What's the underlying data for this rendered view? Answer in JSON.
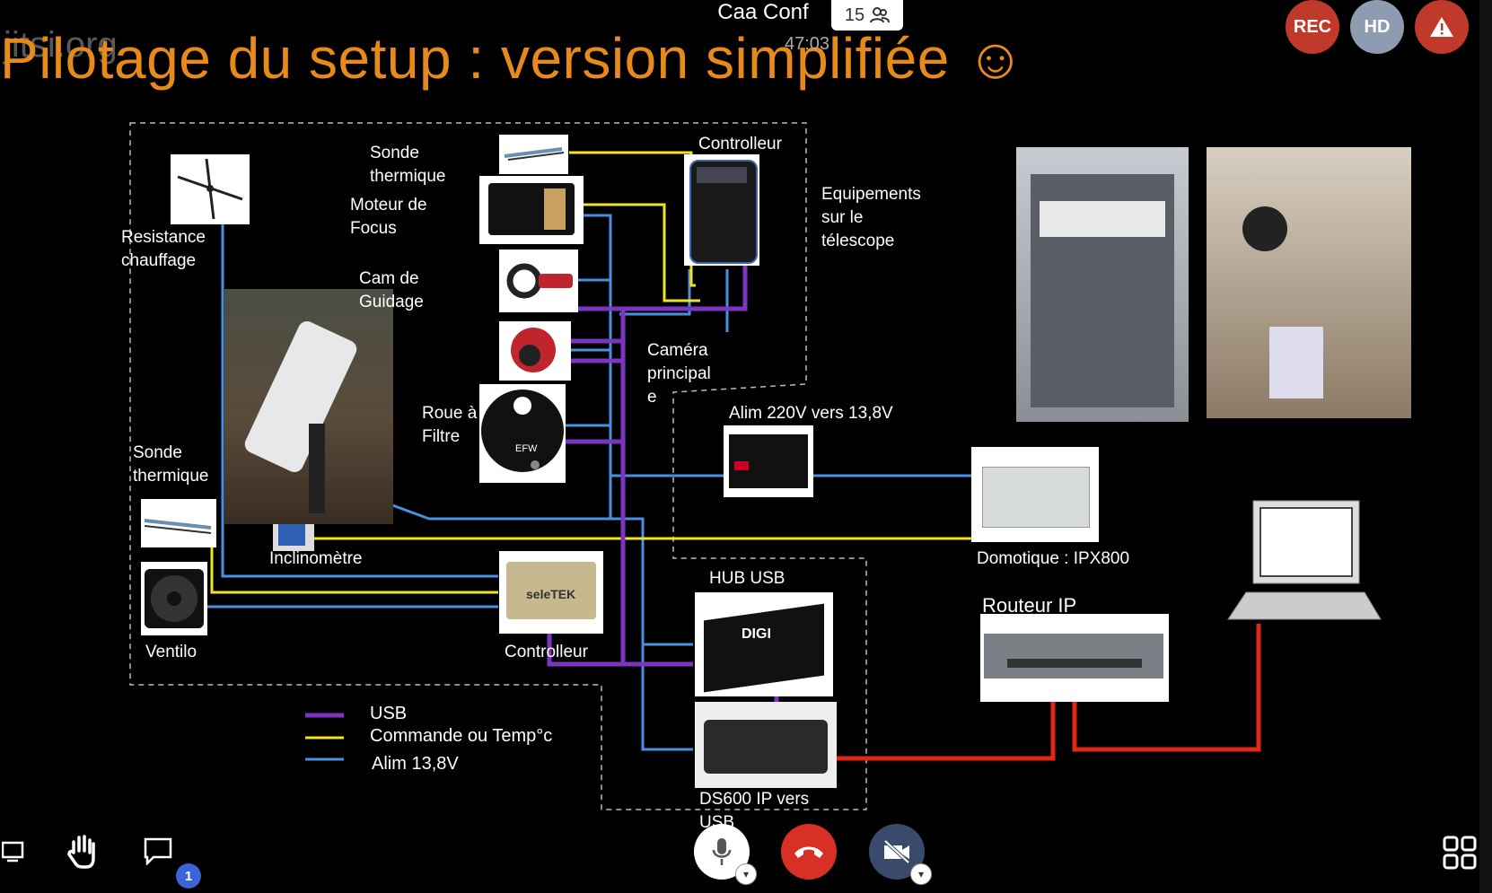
{
  "meeting": {
    "name": "Caa Conf",
    "participants": "15",
    "timer": "47:03",
    "watermark": "jitsi.org",
    "badges": {
      "rec": "REC",
      "hd": "HD"
    }
  },
  "slide": {
    "title": "Pilotage du setup : version simplifiée ☺",
    "labels": {
      "resistance": "Resistance\nchauffage",
      "sonde_top": "Sonde\nthermique",
      "moteur": "Moteur de\nFocus",
      "cam_guidage": "Cam de\nGuidage",
      "controleur_top": "Controlleur",
      "equipements": "Equipements\nsur le\ntélescope",
      "camera_principale": "Caméra\nprincipal\ne",
      "roue": "Roue à\nFiltre",
      "alim": "Alim 220V vers 13,8V",
      "sonde_left": "Sonde\nthermique",
      "inclinometre": "Inclinomètre",
      "ventilo": "Ventilo",
      "controleur_bottom": "Controlleur",
      "hub_usb": "HUB USB",
      "domotique": "Domotique : IPX800",
      "routeur": "Routeur IP",
      "ds600": "DS600 IP vers\nUSB",
      "efw": "EFW",
      "seletek": "seleTEK",
      "digi": "DIGI"
    },
    "legend": [
      {
        "label": "USB",
        "color": "#7b35c2"
      },
      {
        "label": "Commande ou Temp°c",
        "color": "#f2e224"
      },
      {
        "label": "Alim 13,8V",
        "color": "#4a90e2"
      }
    ],
    "colors": {
      "usb": "#7b35c2",
      "cmd": "#f2e224",
      "alim": "#4a90e2",
      "net": "#e02818",
      "title": "#e88a1a"
    }
  },
  "toolbar": {
    "chat_badge": "1",
    "icons": [
      "screen-share-icon",
      "raise-hand-icon",
      "chat-icon",
      "microphone-icon",
      "hangup-icon",
      "camera-off-icon",
      "tile-view-icon"
    ]
  }
}
